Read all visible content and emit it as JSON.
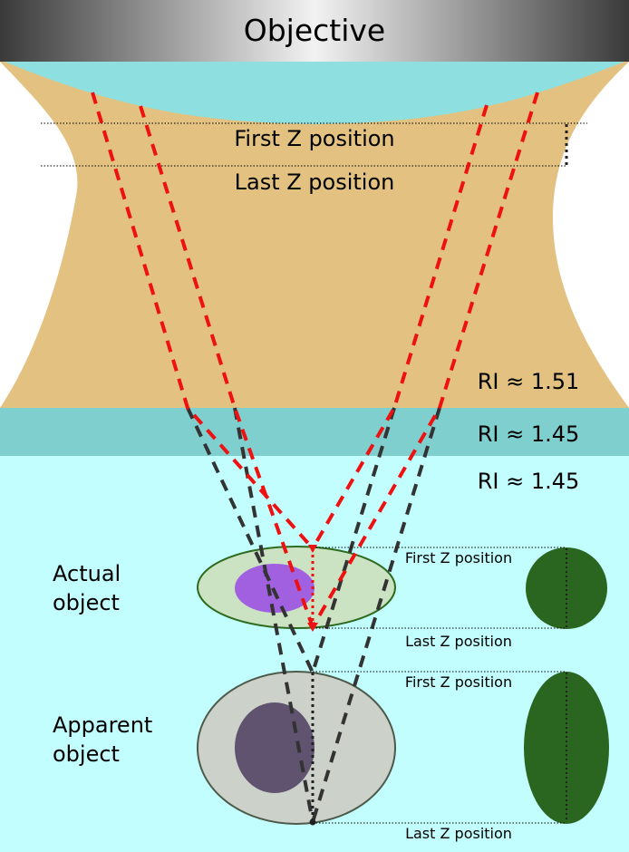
{
  "objective": {
    "label": "Objective"
  },
  "immersion": {
    "first_z_label": "First Z position",
    "last_z_label": "Last Z position",
    "oil_ri": "RI ≈ 1.51",
    "coverslip_ri": "RI ≈ 1.45",
    "sample_ri": "RI ≈ 1.45"
  },
  "actual": {
    "label_line1": "Actual",
    "label_line2": "object",
    "first_z_label": "First Z position",
    "last_z_label": "Last Z position"
  },
  "apparent": {
    "label_line1": "Apparent",
    "label_line2": "object",
    "first_z_label": "First Z position",
    "last_z_label": "Last Z position"
  },
  "colors": {
    "oil": "#e2c181",
    "lens": "#8ee0e0",
    "coverslip": "#80cfcf",
    "sample": "#c2fefe",
    "actual_cell": "#cbe3c2",
    "actual_cell_border": "#2e6b1f",
    "actual_nucleus": "#a060e0",
    "apparent_cell": "#ccd1ca",
    "apparent_cell_border": "#4d5a4a",
    "apparent_nucleus": "#5f5370",
    "side_profile": "#2a6620",
    "actual_ray": "#ee1111",
    "apparent_ray": "#333333"
  }
}
